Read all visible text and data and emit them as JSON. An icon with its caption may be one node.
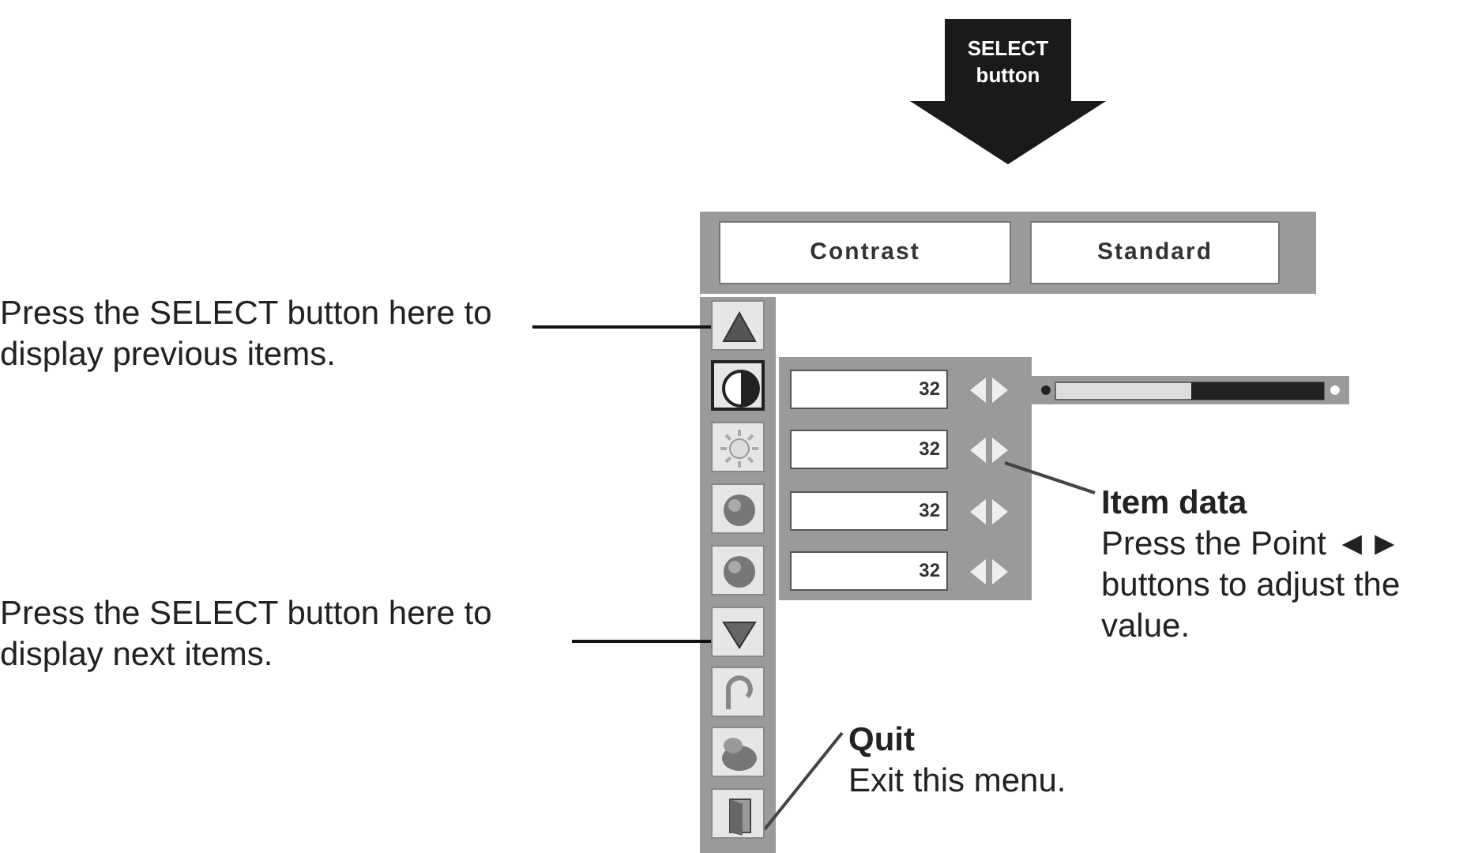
{
  "diagram": {
    "nodes": [
      {
        "text": [
          "SELECT button"
        ]
      },
      {
        "text": [
          "Contrast"
        ]
      },
      {
        "text": [
          "Standard"
        ]
      },
      {
        "text": [
          "Press the SELECT button here to display previous items."
        ]
      },
      {
        "text": [],
        "shape": "box"
      },
      {
        "text": [
          "32"
        ]
      },
      {
        "text": [
          "32"
        ]
      },
      {
        "text": [],
        "shape": "box"
      },
      {
        "text": [
          "32"
        ]
      },
      {
        "text": [
          "32"
        ]
      },
      {
        "text": [
          "Item data",
          "Press the Point ◄► buttons to adjust the value."
        ]
      },
      {
        "text": [
          "Press the SELECT button here to display next items."
        ]
      },
      {
        "text": [],
        "shape": "box"
      },
      {
        "text": [
          "Quit",
          "Exit this menu."
        ]
      },
      {
        "text": [],
        "shape": "box"
      }
    ],
    "edges": [
      {
        "from": 3,
        "to": 4,
        "arrow": "none"
      },
      {
        "from": 10,
        "to": 7,
        "arrow": "none"
      },
      {
        "from": 11,
        "to": 12,
        "arrow": "none"
      },
      {
        "from": 13,
        "to": 14,
        "arrow": "none"
      }
    ]
  }
}
